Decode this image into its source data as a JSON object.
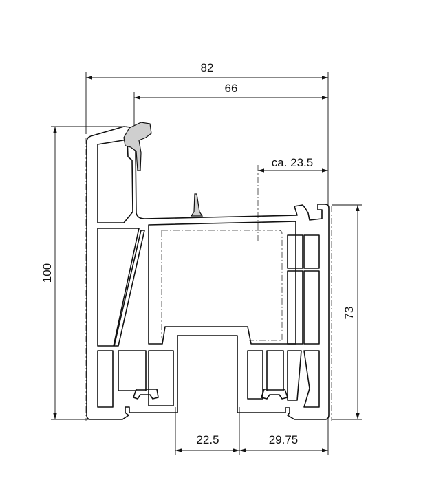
{
  "drawing": {
    "type": "window frame profile cross-section",
    "dimensions": {
      "overall_width": "82",
      "inner_width": "66",
      "reference": "ca. 23.5",
      "overall_height": "100",
      "frame_height": "73",
      "channel_width": "22.5",
      "right_offset": "29.75"
    }
  }
}
